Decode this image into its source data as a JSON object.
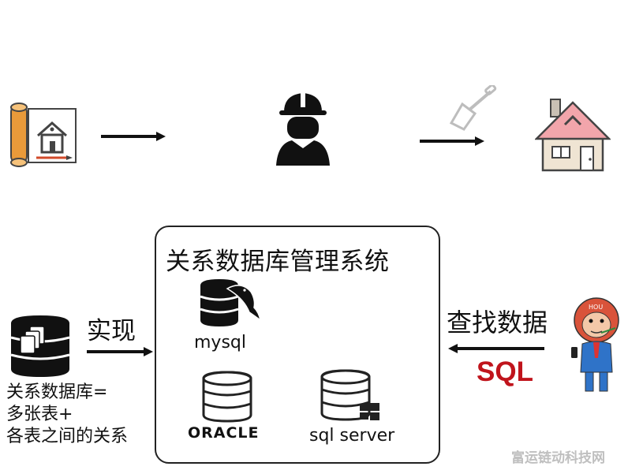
{
  "dbms": {
    "title": "关系数据库管理系统"
  },
  "products": {
    "mysql": "mysql",
    "oracle": "ORACLE",
    "sqlserver": "sql server"
  },
  "flow": {
    "implement": "实现",
    "query": "查找数据",
    "sql": "SQL"
  },
  "database_desc": {
    "line1": "关系数据库=",
    "line2": "多张表+",
    "line3": "各表之间的关系"
  },
  "hou_label": "HOU",
  "watermark": "富运链动科技网",
  "colors": {
    "sql_red": "#c0141c",
    "roof_pink": "#f2a5ab",
    "monkey": "#d9533a",
    "suit_blue": "#2f73c8"
  }
}
